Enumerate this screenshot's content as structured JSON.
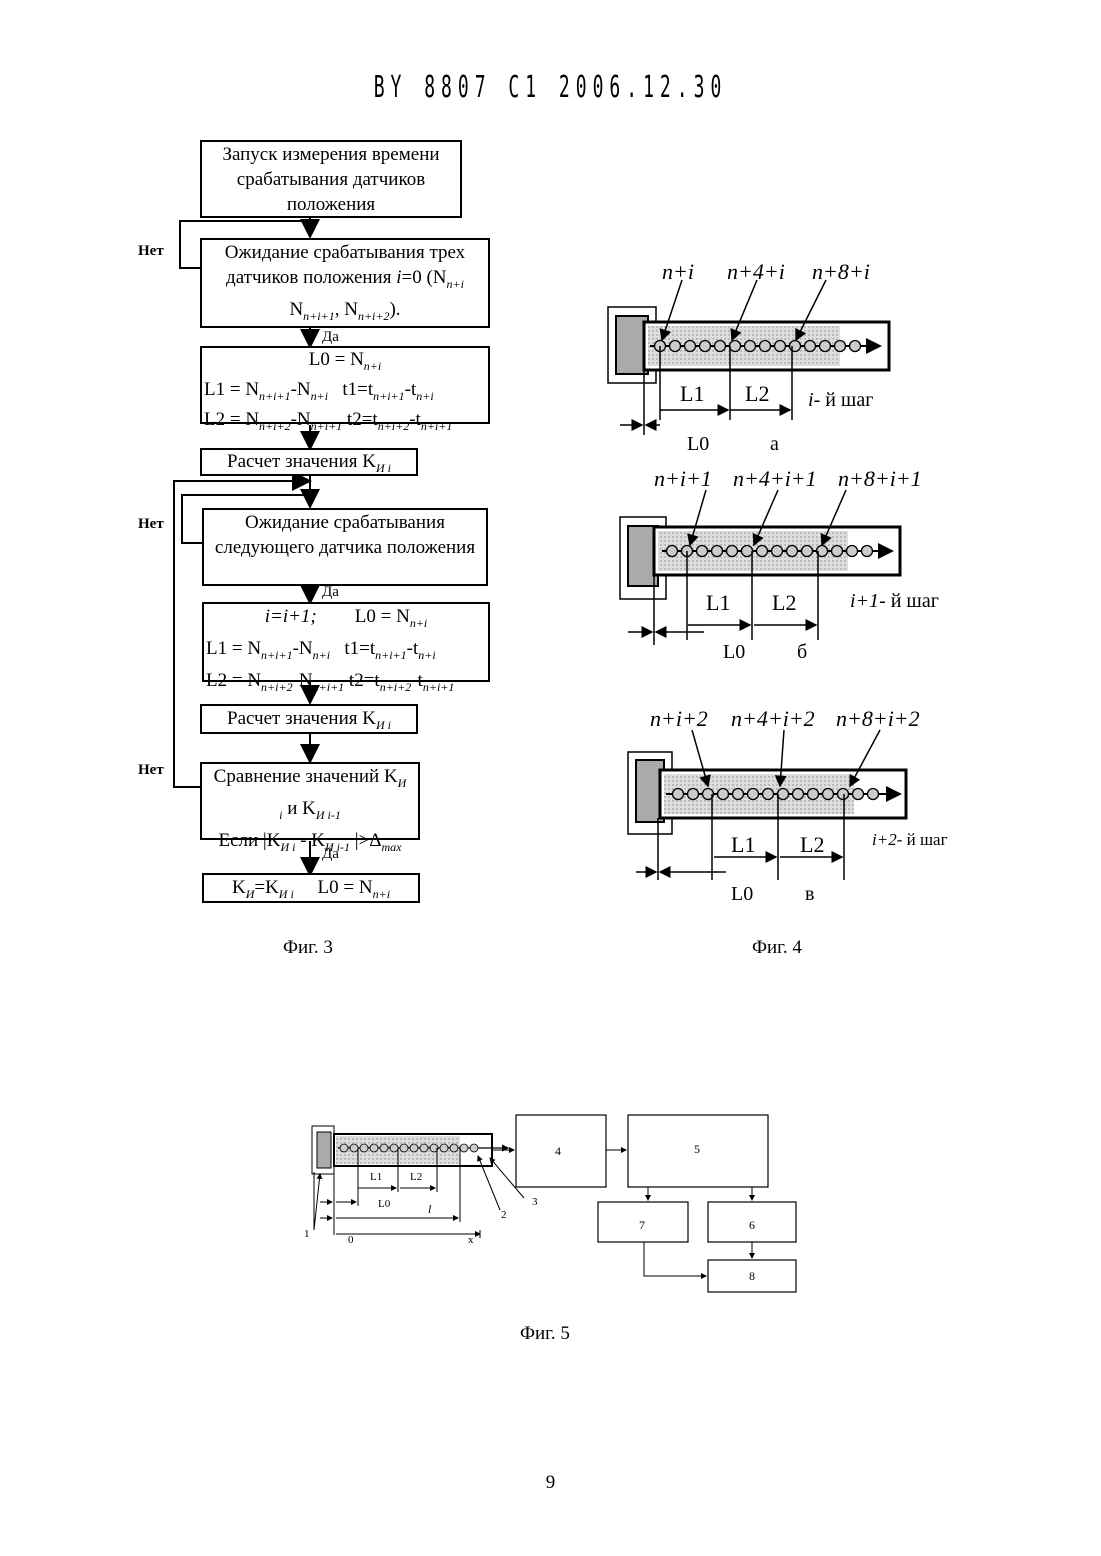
{
  "header": "BY 8807 C1 2006.12.30",
  "fig3": {
    "caption": "Фиг. 3",
    "box1": "Запуск измерения времени срабатывания датчиков положения",
    "box2": {
      "line1": "Ожидание срабатывания трех",
      "line2a": "датчиков положения ",
      "line2b": "i",
      "line2c": "=0 (N",
      "line2d": "n+i",
      "line3": "N",
      "line3sub": "n+i+1",
      "line3b": ", N",
      "line3sub2": "n+i+2",
      "line3c": ")."
    },
    "box3": {
      "l0": "L0 = N",
      "l0sub": "n+i",
      "l1": "L1 = N",
      "l1s1": "n+i+1",
      "l1m": "-N",
      "l1s2": "n+i",
      "t1": "t1=t",
      "t1s1": "n+i+1",
      "t1m": "-t",
      "t1s2": "n+i",
      "l2": "L2 = N",
      "l2s1": "n+i+2",
      "l2m": "-N",
      "l2s2": "n+i+1",
      "t2": " t2=t",
      "t2s1": "n+i+2",
      "t2m": "-t",
      "t2s2": "n+i+1"
    },
    "box4": {
      "text": "Расчет значения K",
      "sub": "И i"
    },
    "box5": "Ожидание срабатывания следующего датчика положения",
    "box6": {
      "i": "i=i+1;",
      "l0": "L0 = N",
      "l0sub": "n+i",
      "l1": "L1 = N",
      "l1s1": "n+i+1",
      "l1m": "-N",
      "l1s2": "n+i",
      "t1": "t1=t",
      "t1s1": "n+i+1",
      "t1m": "-t",
      "t1s2": "n+i",
      "l2": "L2 = N",
      "l2s1": "n+i+2",
      "l2m": "-N",
      "l2s2": "n+i+1",
      "t2": " t2=t",
      "t2s1": "n+i+2",
      "t2m": "-t",
      "t2s2": "n+i+1"
    },
    "box7": {
      "text": "Расчет значения K",
      "sub": "И i"
    },
    "box8": {
      "a": "Сравнение значений K",
      "asub": "И",
      "b1": "i",
      "b2": " и K",
      "b3": "И i-1",
      "c1": "Если |K",
      "c2": "И i",
      "c3": " - K",
      "c4": "И i-1",
      "c5": " |>Δ",
      "c6": "max"
    },
    "box9": {
      "a": "K",
      "asub": "И",
      "b": "=K",
      "bsub": "И i",
      "c": "L0 = N",
      "csub": "n+i"
    },
    "no": "Нет",
    "yes": "Да"
  },
  "fig4": {
    "caption": "Фиг. 4",
    "a": {
      "labels": [
        "n+i",
        "n+4+i",
        "n+8+i"
      ],
      "step": "i",
      "step_suffix": "- й шаг",
      "letter": "а"
    },
    "b": {
      "labels": [
        "n+i+1",
        "n+4+i+1",
        "n+8+i+1"
      ],
      "step": "i+1",
      "step_suffix": "- й шаг",
      "letter": "б"
    },
    "c": {
      "labels": [
        "n+i+2",
        "n+4+i+2",
        "n+8+i+2"
      ],
      "step": "i+2",
      "step_suffix": "- й шаг",
      "letter": "в"
    },
    "L0": "L0",
    "L1": "L1",
    "L2": "L2"
  },
  "fig5": {
    "caption": "Фиг. 5",
    "blocks": [
      "4",
      "5",
      "6",
      "7",
      "8"
    ],
    "marks": {
      "n1": "1",
      "n2": "2",
      "n3": "3",
      "L0": "L0",
      "L1": "L1",
      "L2": "L2",
      "l": "l",
      "zero": "0",
      "x": "x"
    }
  },
  "page_number": "9"
}
